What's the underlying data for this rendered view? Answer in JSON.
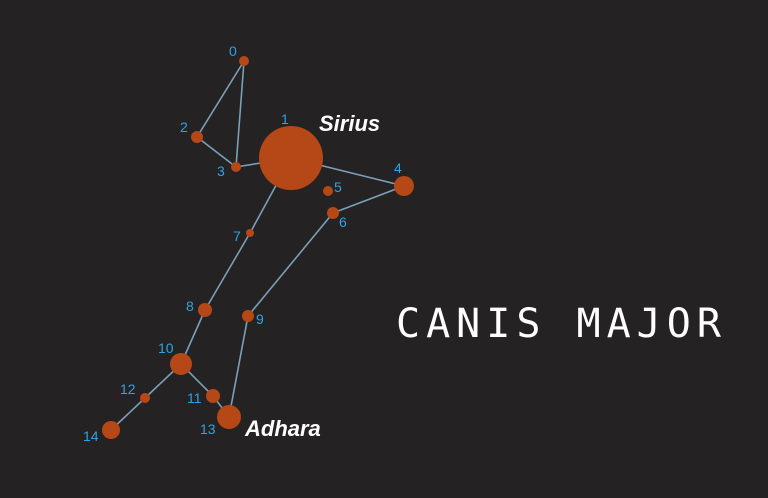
{
  "title": "CANIS MAJOR",
  "colors": {
    "background": "#252223",
    "star": "#b54816",
    "line": "#7aa0b8",
    "label": "#2ea3e6",
    "name": "#ffffff"
  },
  "stars": [
    {
      "id": "0",
      "label": "0",
      "name": ""
    },
    {
      "id": "1",
      "label": "1",
      "name": "Sirius"
    },
    {
      "id": "2",
      "label": "2",
      "name": ""
    },
    {
      "id": "3",
      "label": "3",
      "name": ""
    },
    {
      "id": "4",
      "label": "4",
      "name": ""
    },
    {
      "id": "5",
      "label": "5",
      "name": ""
    },
    {
      "id": "6",
      "label": "6",
      "name": ""
    },
    {
      "id": "7",
      "label": "7",
      "name": ""
    },
    {
      "id": "8",
      "label": "8",
      "name": ""
    },
    {
      "id": "9",
      "label": "9",
      "name": ""
    },
    {
      "id": "10",
      "label": "10",
      "name": ""
    },
    {
      "id": "11",
      "label": "11",
      "name": ""
    },
    {
      "id": "12",
      "label": "12",
      "name": ""
    },
    {
      "id": "13",
      "label": "13",
      "name": "Adhara"
    },
    {
      "id": "14",
      "label": "14",
      "name": ""
    }
  ],
  "links": [
    [
      "0",
      "2"
    ],
    [
      "0",
      "3"
    ],
    [
      "2",
      "3"
    ],
    [
      "3",
      "1"
    ],
    [
      "1",
      "4"
    ],
    [
      "4",
      "6"
    ],
    [
      "6",
      "9"
    ],
    [
      "9",
      "13"
    ],
    [
      "1",
      "7"
    ],
    [
      "7",
      "8"
    ],
    [
      "8",
      "10"
    ],
    [
      "10",
      "11"
    ],
    [
      "11",
      "13"
    ],
    [
      "10",
      "12"
    ],
    [
      "12",
      "14"
    ]
  ]
}
